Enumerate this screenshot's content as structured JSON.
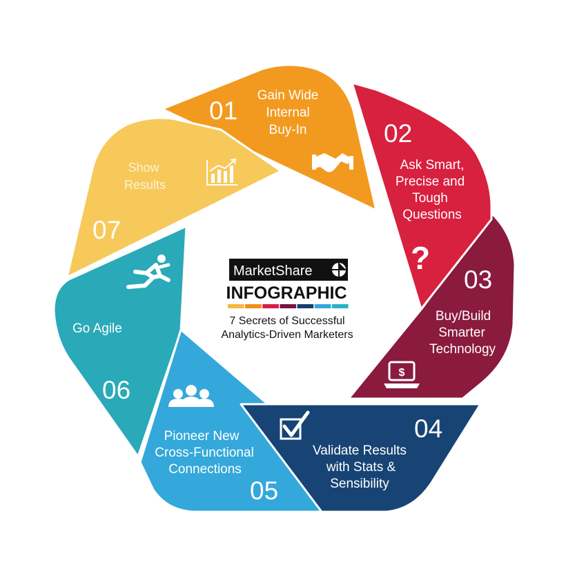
{
  "brand": {
    "name": "MarketShare"
  },
  "center": {
    "title": "INFOGRAPHIC",
    "subtitle_line1": "7 Secrets of Successful",
    "subtitle_line2": "Analytics-Driven Marketers",
    "color_strip": [
      "#f4b942",
      "#ef8f1a",
      "#d61f45",
      "#7a1340",
      "#173f6e",
      "#35a8db",
      "#2bb3c4"
    ]
  },
  "segments": [
    {
      "number": "01",
      "lines": [
        "Gain Wide",
        "Internal",
        "Buy-In"
      ],
      "icon": "handshake-icon",
      "color": "#f29a1f"
    },
    {
      "number": "02",
      "lines": [
        "Ask Smart,",
        "Precise and",
        "Tough",
        "Questions"
      ],
      "icon": "question-mark-icon",
      "color": "#d8203f"
    },
    {
      "number": "03",
      "lines": [
        "Buy/Build",
        "Smarter",
        "Technology"
      ],
      "icon": "laptop-dollar-icon",
      "color": "#8a1a3e"
    },
    {
      "number": "04",
      "lines": [
        "Validate Results",
        "with Stats &",
        "Sensibility"
      ],
      "icon": "checkbox-icon",
      "color": "#174474"
    },
    {
      "number": "05",
      "lines": [
        "Pioneer New",
        "Cross-Functional",
        "Connections"
      ],
      "icon": "people-group-icon",
      "color": "#34a8da"
    },
    {
      "number": "06",
      "lines": [
        "Go Agile"
      ],
      "icon": "running-person-icon",
      "color": "#2aa9b8"
    },
    {
      "number": "07",
      "lines": [
        "Show",
        "Results"
      ],
      "icon": "bar-chart-icon",
      "color": "#f6c95a"
    }
  ]
}
